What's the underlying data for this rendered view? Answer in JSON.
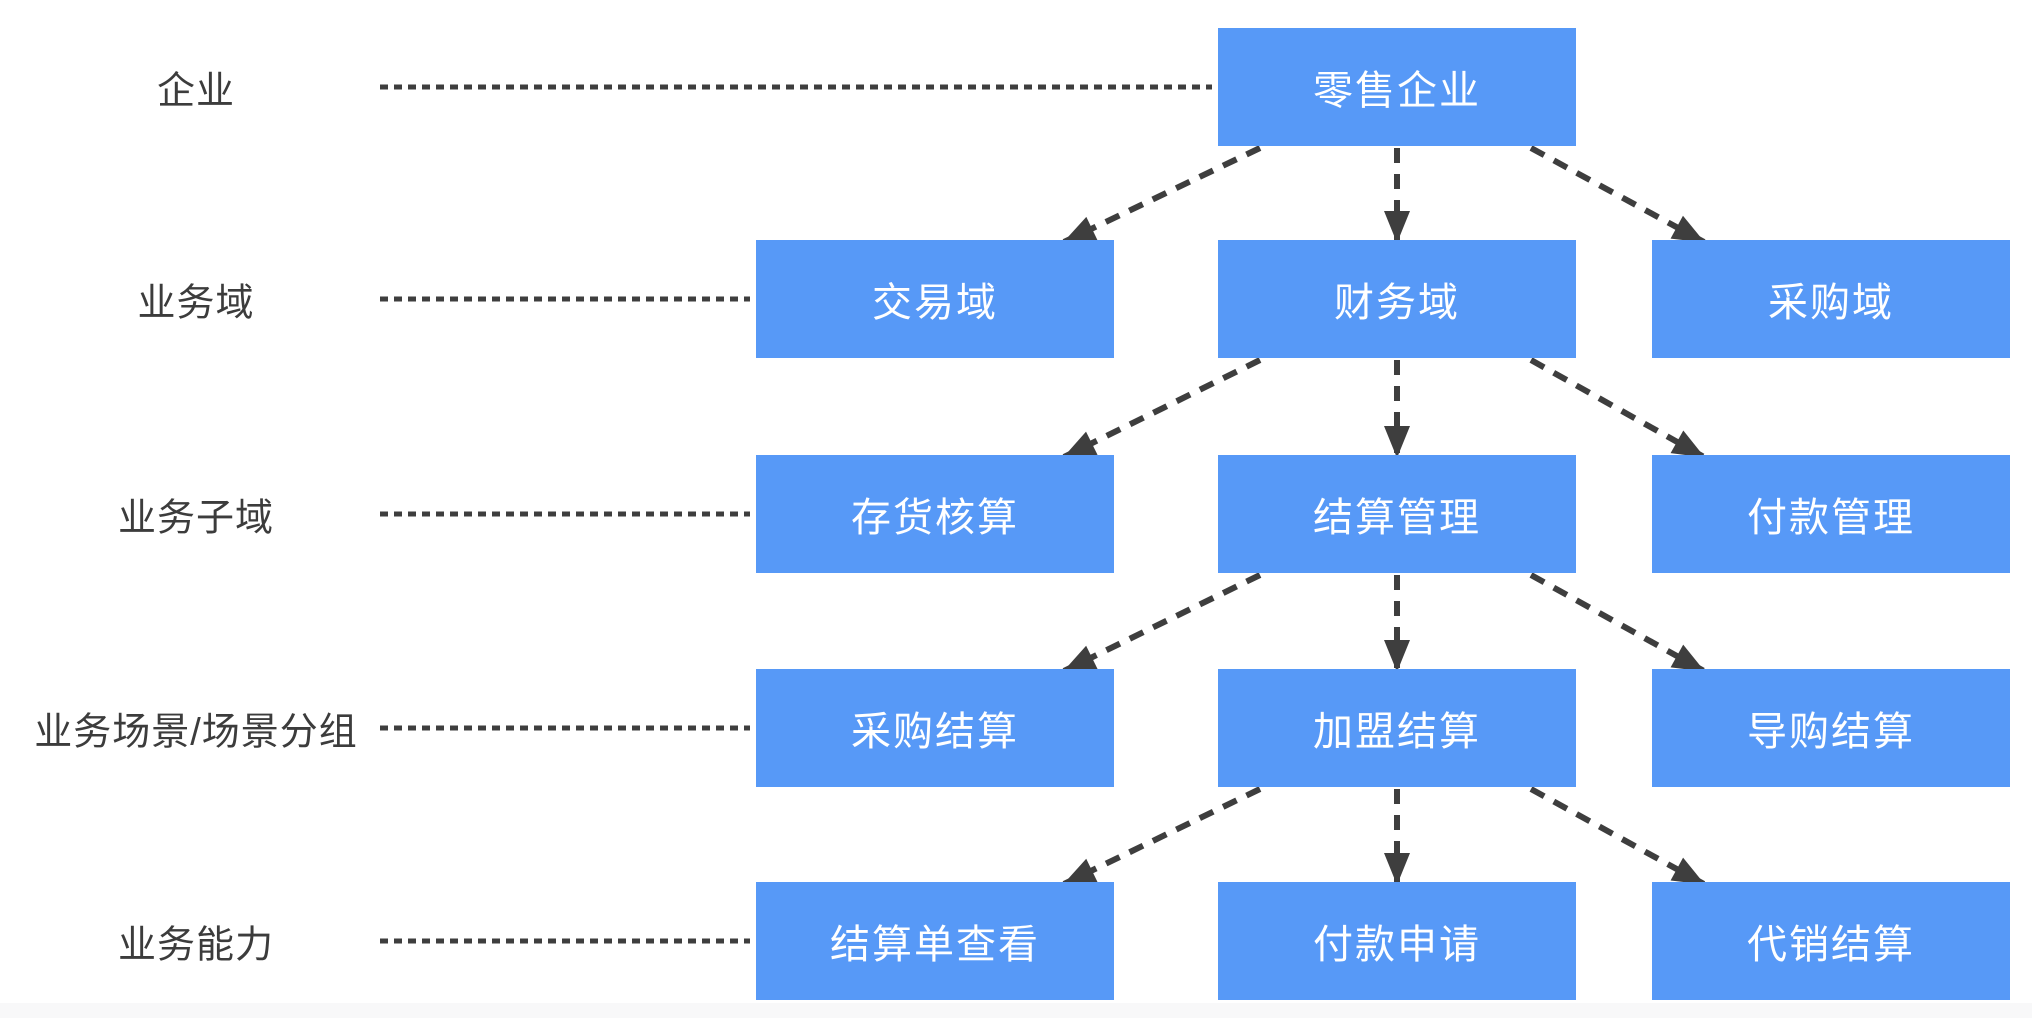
{
  "colors": {
    "box_fill": "#5799F7",
    "box_text": "#FFFFFF",
    "line": "#3E3E3E",
    "label_text": "#3C3C3C",
    "background": "#FFFFFF",
    "bottom_strip": "#F8F8F9"
  },
  "levels": [
    {
      "label": "企业",
      "nodes": [
        {
          "text": "零售企业",
          "col": 1
        }
      ]
    },
    {
      "label": "业务域",
      "nodes": [
        {
          "text": "交易域",
          "col": 0
        },
        {
          "text": "财务域",
          "col": 1
        },
        {
          "text": "采购域",
          "col": 2
        }
      ]
    },
    {
      "label": "业务子域",
      "nodes": [
        {
          "text": "存货核算",
          "col": 0
        },
        {
          "text": "结算管理",
          "col": 1
        },
        {
          "text": "付款管理",
          "col": 2
        }
      ]
    },
    {
      "label": "业务场景/场景分组",
      "nodes": [
        {
          "text": "采购结算",
          "col": 0
        },
        {
          "text": "加盟结算",
          "col": 1
        },
        {
          "text": "导购结算",
          "col": 2
        }
      ]
    },
    {
      "label": "业务能力",
      "nodes": [
        {
          "text": "结算单查看",
          "col": 0
        },
        {
          "text": "付款申请",
          "col": 1
        },
        {
          "text": "代销结算",
          "col": 2
        }
      ]
    }
  ],
  "edges": [
    {
      "from": [
        0,
        0
      ],
      "to": [
        1,
        0
      ]
    },
    {
      "from": [
        0,
        0
      ],
      "to": [
        1,
        1
      ]
    },
    {
      "from": [
        0,
        0
      ],
      "to": [
        1,
        2
      ]
    },
    {
      "from": [
        1,
        1
      ],
      "to": [
        2,
        0
      ]
    },
    {
      "from": [
        1,
        1
      ],
      "to": [
        2,
        1
      ]
    },
    {
      "from": [
        1,
        1
      ],
      "to": [
        2,
        2
      ]
    },
    {
      "from": [
        2,
        1
      ],
      "to": [
        3,
        0
      ]
    },
    {
      "from": [
        2,
        1
      ],
      "to": [
        3,
        1
      ]
    },
    {
      "from": [
        2,
        1
      ],
      "to": [
        3,
        2
      ]
    },
    {
      "from": [
        3,
        1
      ],
      "to": [
        4,
        0
      ]
    },
    {
      "from": [
        3,
        1
      ],
      "to": [
        4,
        1
      ]
    },
    {
      "from": [
        3,
        1
      ],
      "to": [
        4,
        2
      ]
    }
  ]
}
